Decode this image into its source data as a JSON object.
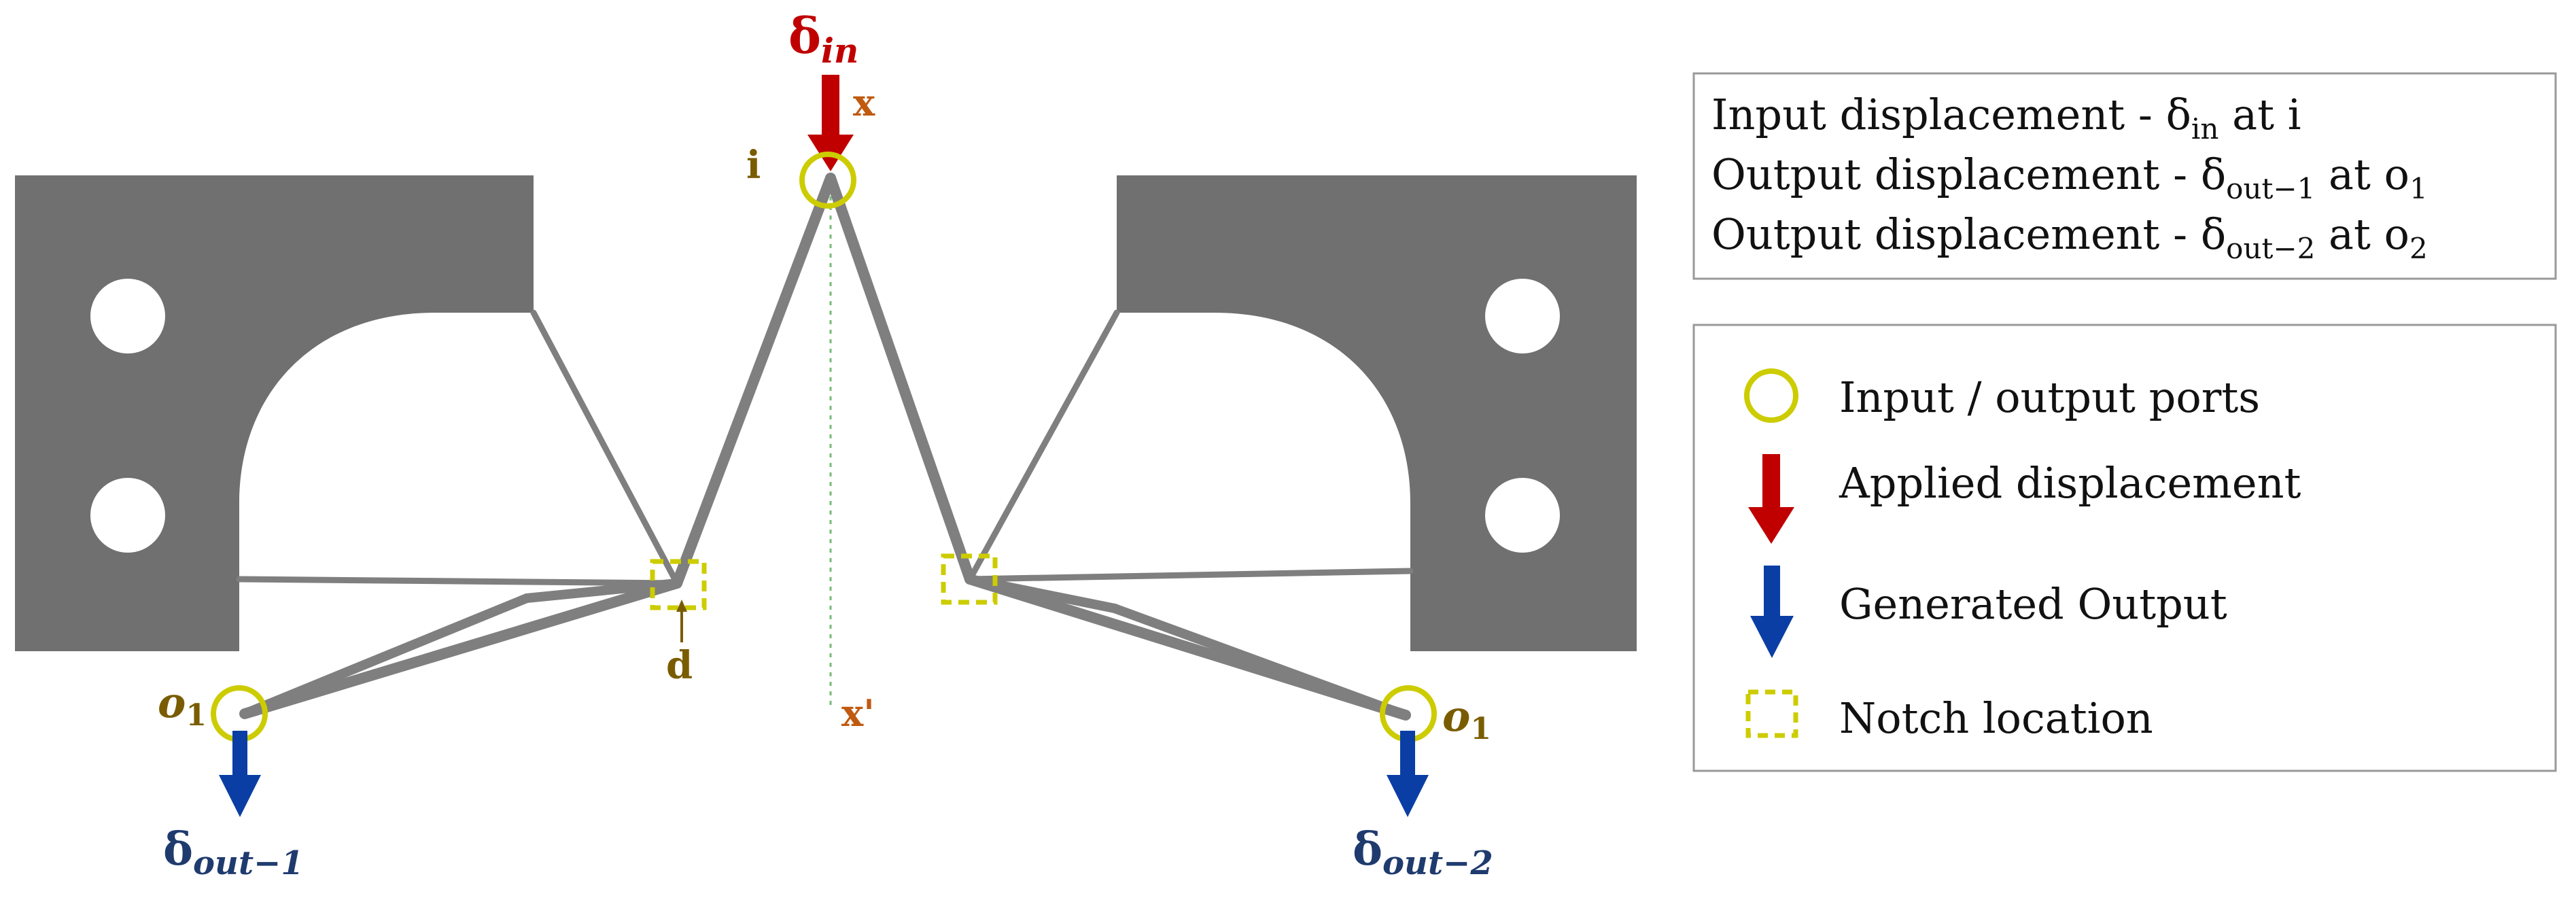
{
  "colors": {
    "body": "#707070",
    "beam": "#7f7f7f",
    "port": "#cccc00",
    "applied_arrow": "#c00000",
    "output_arrow": "#0b3ea5",
    "label_gold": "#7a5c00",
    "label_orange": "#c05a10",
    "label_red": "#c00000",
    "label_blue": "#1f3b6e",
    "box_border": "#9a9a9a",
    "text": "#111111",
    "symmetry_line": "#77bb77"
  },
  "icons": {
    "port": "yellow-circle-icon",
    "applied": "red-down-arrow-icon",
    "output": "blue-down-arrow-icon",
    "notch": "yellow-dashed-square-icon"
  },
  "labels": {
    "delta_in": {
      "base": "δ",
      "sub": "in"
    },
    "x_top": "x",
    "x_bottom": "x'",
    "i": "i",
    "d": "d",
    "o1_left": {
      "base": "o",
      "sub": "1"
    },
    "o1_right": {
      "base": "o",
      "sub": "1"
    },
    "delta_out_1": {
      "base": "δ",
      "sub": "out−1"
    },
    "delta_out_2": {
      "base": "δ",
      "sub": "out−2"
    }
  },
  "info_box": {
    "line1": {
      "pre": "Input displacement - δ",
      "sub1": "in",
      "mid": " at i",
      "sub2": ""
    },
    "line2": {
      "pre": "Output displacement - δ",
      "sub1": "out−1",
      "mid": " at o",
      "sub2": "1"
    },
    "line3": {
      "pre": "Output displacement - δ",
      "sub1": "out−2",
      "mid": " at o",
      "sub2": "2"
    }
  },
  "legend": {
    "items": [
      {
        "label": "Input / output ports"
      },
      {
        "label": "Applied displacement"
      },
      {
        "label": "Generated Output"
      },
      {
        "label": "Notch location"
      }
    ]
  }
}
